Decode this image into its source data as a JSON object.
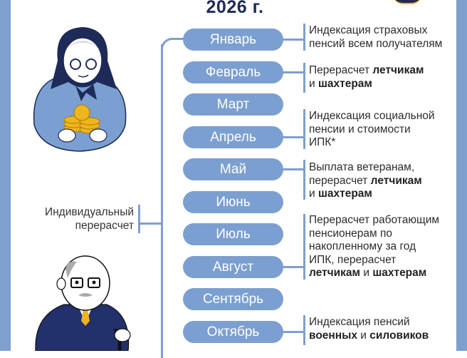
{
  "title": "2026 г.",
  "side_label": {
    "line1": "Индивидуальный",
    "line2": "перерасчет"
  },
  "colors": {
    "accent": "#7b9fd0",
    "title": "#1e2a57",
    "text": "#2c2c2c",
    "strip": "#7f9fcf",
    "coin": "#f0b41e"
  },
  "months": [
    {
      "label": "Январь"
    },
    {
      "label": "Февраль"
    },
    {
      "label": "Март"
    },
    {
      "label": "Апрель"
    },
    {
      "label": "Май"
    },
    {
      "label": "Июнь"
    },
    {
      "label": "Июль"
    },
    {
      "label": "Август"
    },
    {
      "label": "Сентябрь"
    },
    {
      "label": "Октябрь"
    }
  ],
  "events": [
    {
      "month": "Январь",
      "lines": [
        [
          "Индексация страховых"
        ],
        [
          "пенсий всем получателям"
        ]
      ]
    },
    {
      "month": "Февраль",
      "lines": [
        [
          "Перерасчет ",
          "летчикам"
        ],
        [
          "и ",
          "шахтерам"
        ]
      ]
    },
    {
      "month": "Апрель",
      "lines": [
        [
          "Индексация социальной"
        ],
        [
          "пенсии и стоимости"
        ],
        [
          "ИПК*"
        ]
      ]
    },
    {
      "month": "Май",
      "lines": [
        [
          "Выплата ветеранам,"
        ],
        [
          "перерасчет ",
          "летчикам"
        ],
        [
          "и ",
          "шахтерам"
        ]
      ]
    },
    {
      "month": "Август",
      "lines": [
        [
          "Перерасчет работающим"
        ],
        [
          "пенсионерам по"
        ],
        [
          "накопленному за год"
        ],
        [
          "ИПК, перерасчет"
        ],
        [
          "",
          "летчикам",
          " и ",
          "шахтерам"
        ]
      ]
    },
    {
      "month": "Октябрь",
      "lines": [
        [
          "Индексация пенсий"
        ],
        [
          "",
          "военных",
          " и ",
          "силовиков"
        ]
      ]
    }
  ],
  "illustrations": {
    "top": "grandmother-with-coins",
    "bottom": "grandfather-with-cane"
  }
}
